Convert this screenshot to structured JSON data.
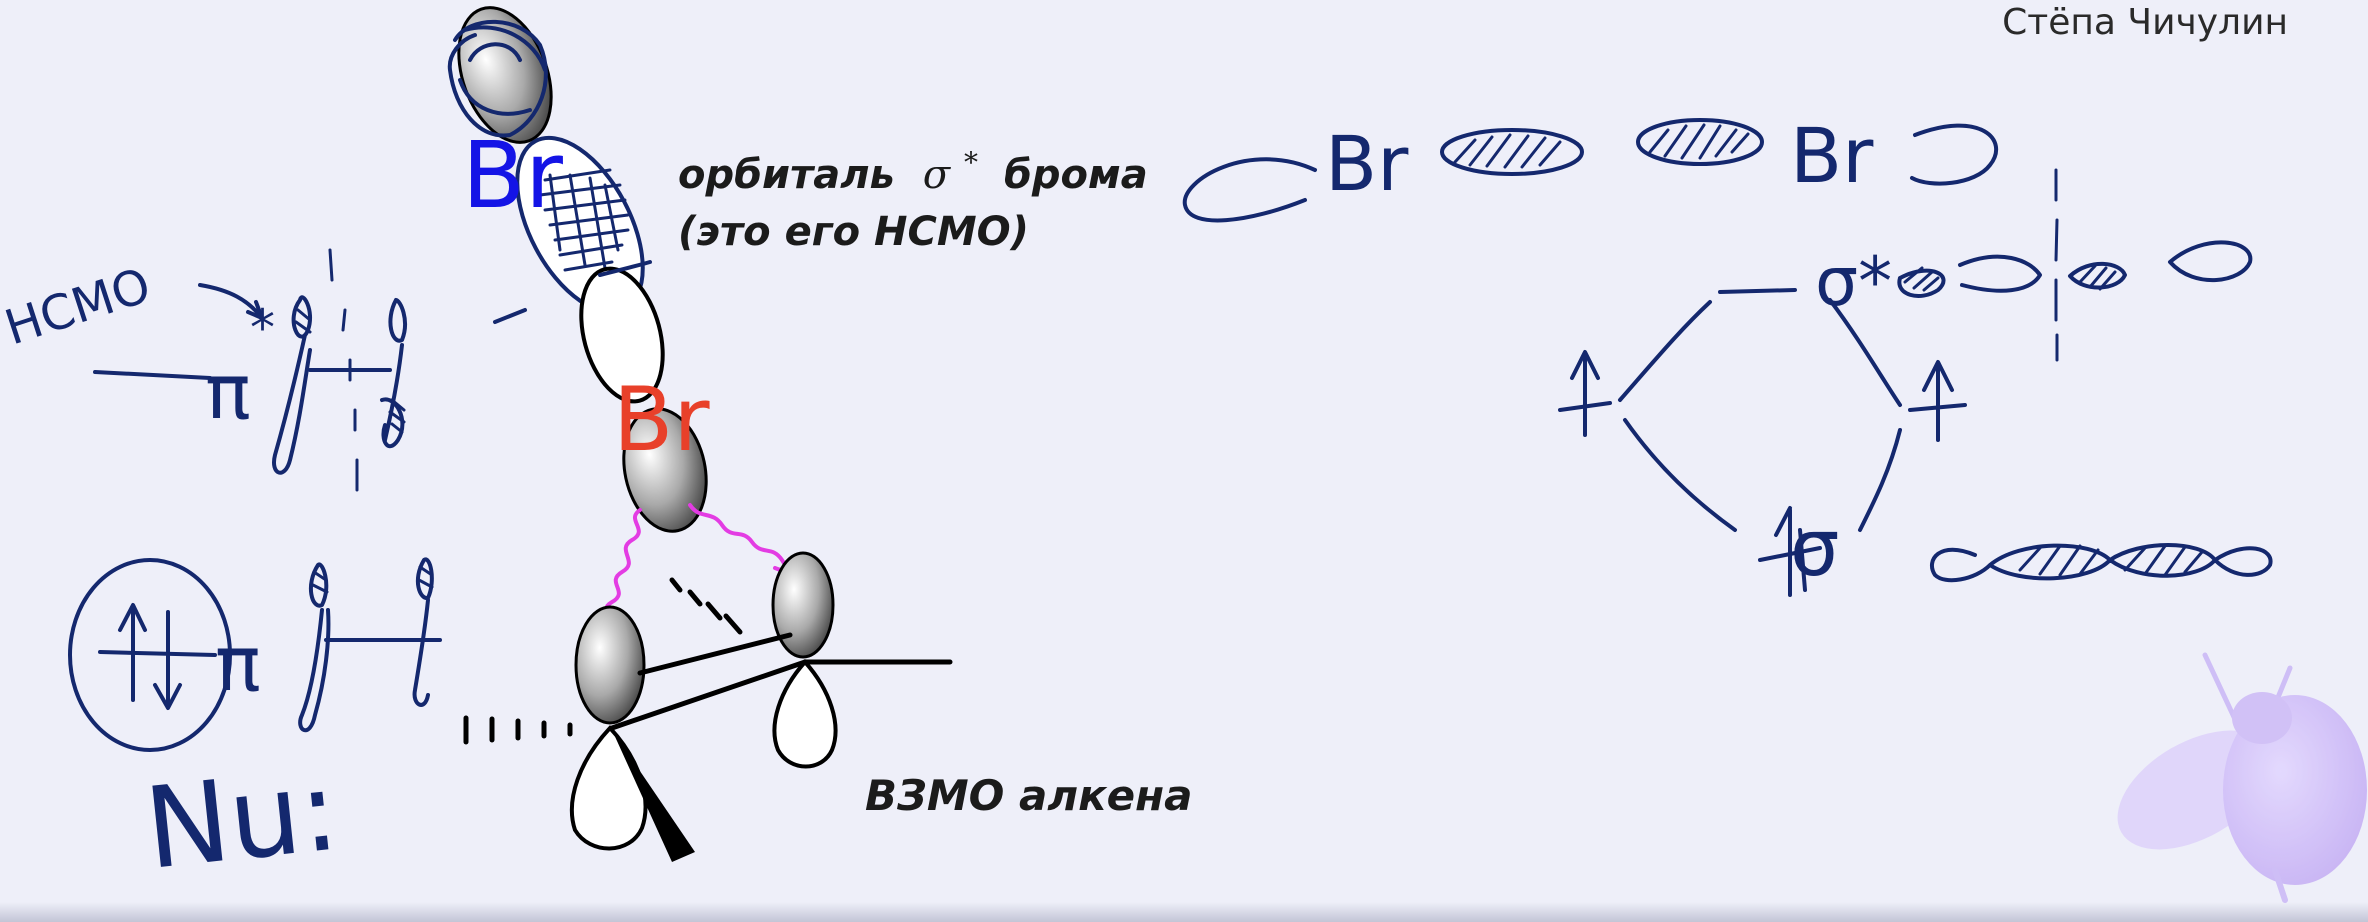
{
  "author": "Стёпа Чичулин",
  "labels": {
    "br_blue": "Br",
    "br_red": "Br",
    "sigma_orbital_line1_pre": "орбиталь",
    "sigma_symbol": "σ",
    "sigma_star": "*",
    "sigma_orbital_line1_post": "брома",
    "sigma_orbital_line2": "(это его НСМО)",
    "homo_alkene": "ВЗМО алкена"
  },
  "handwriting": {
    "nsmo": "НСМО",
    "pi_upper": "π",
    "pi_star": "*",
    "pi_lower": "π",
    "nu": "Nu:",
    "br_left": "Br",
    "br_right": "Br",
    "sigma_star_mo": "σ*",
    "sigma_mo": "σ"
  },
  "colors": {
    "ink": "#14286e",
    "br_blue": "#1414e6",
    "br_red": "#e8402a",
    "wavy": "#e33ce3",
    "background": "#eeeff9"
  },
  "icons": {
    "logo": "bee-logo-icon"
  }
}
